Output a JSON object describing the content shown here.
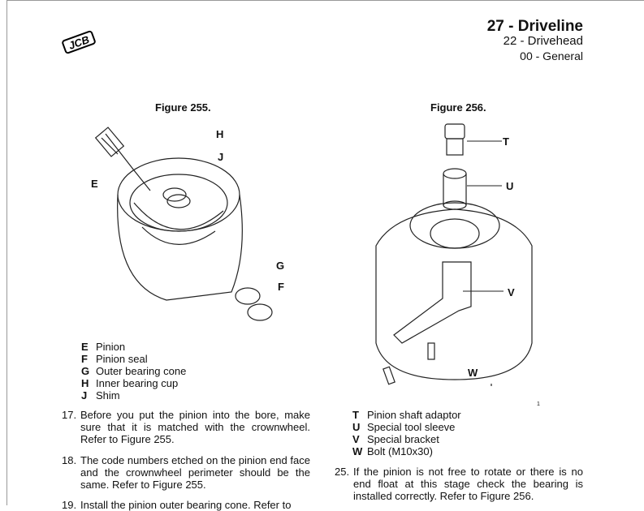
{
  "header": {
    "logo": "JCB",
    "section": "27 - Driveline",
    "subsection": "22 - Drivehead",
    "subsubsection": "00 - General"
  },
  "figure255": {
    "title": "Figure 255.",
    "callouts": [
      "H",
      "J",
      "E",
      "G",
      "F"
    ],
    "legend": [
      {
        "k": "E",
        "v": "Pinion"
      },
      {
        "k": "F",
        "v": "Pinion seal"
      },
      {
        "k": "G",
        "v": "Outer bearing cone"
      },
      {
        "k": "H",
        "v": "Inner bearing cup"
      },
      {
        "k": "J",
        "v": "Shim"
      }
    ]
  },
  "figure256": {
    "title": "Figure 256.",
    "callouts": [
      "T",
      "U",
      "V",
      "W"
    ],
    "marker": "1",
    "legend": [
      {
        "k": "T",
        "v": "Pinion shaft adaptor"
      },
      {
        "k": "U",
        "v": "Special tool sleeve"
      },
      {
        "k": "V",
        "v": "Special bracket"
      },
      {
        "k": "W",
        "v": "Bolt (M10x30)"
      }
    ]
  },
  "steps": [
    {
      "n": "17.",
      "t": "Before you put the pinion into the bore, make sure that it is matched with the crownwheel. Refer to Figure 255."
    },
    {
      "n": "18.",
      "t": "The code numbers etched on the pinion end face and the crownwheel perimeter should be the same. Refer to Figure 255."
    },
    {
      "n": "19.",
      "t": "Install the pinion outer bearing cone. Refer to"
    },
    {
      "n": "25.",
      "t": "If the pinion is not free to rotate or there is no end float at this stage check the bearing is installed correctly. Refer to Figure 256."
    }
  ]
}
